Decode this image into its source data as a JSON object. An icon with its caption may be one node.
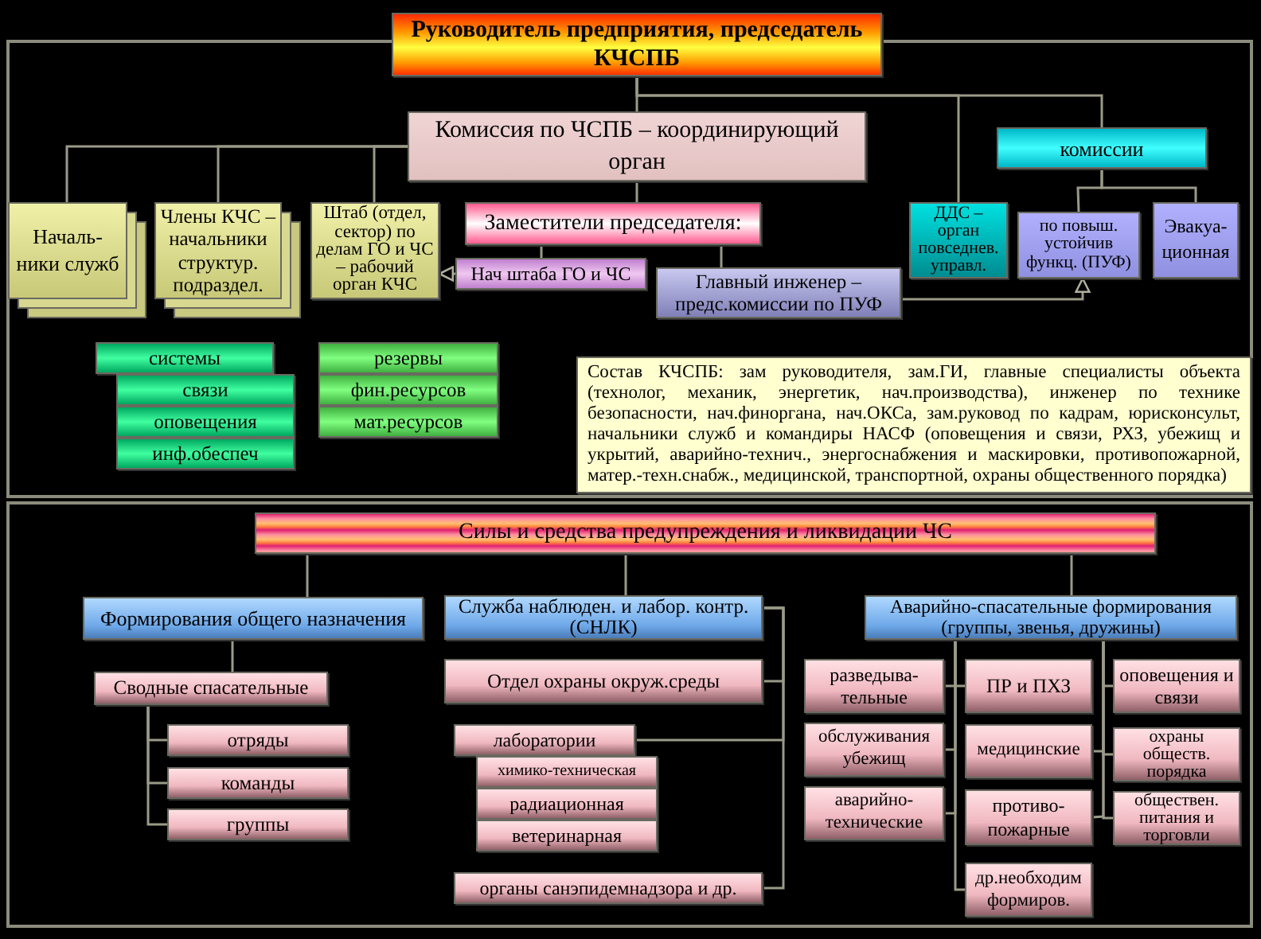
{
  "diagram": {
    "nodes": [
      {
        "text": [
          "Руководитель предприятия, председатель КЧСПБ"
        ]
      },
      {
        "text": [
          "Комиссия по ЧСПБ – координирующий орган"
        ]
      },
      {
        "text": [
          "комиссии"
        ]
      },
      {
        "text": [
          "Началь-ники служб"
        ]
      },
      {
        "text": [
          "Члены КЧС – начальники структур. подраздел."
        ]
      },
      {
        "text": [
          "Штаб (отдел, сектор) по делам ГО и ЧС – рабочий орган КЧС"
        ]
      },
      {
        "text": [
          "Заместители председателя:"
        ]
      },
      {
        "text": [
          "Нач штаба ГО и ЧС"
        ]
      },
      {
        "text": [
          "Главный инженер – предс.комиссии по ПУФ"
        ]
      },
      {
        "text": [
          "ДДС – орган повседнев. управл."
        ]
      },
      {
        "text": [
          "по повыш. устойчив функц. (ПУФ)"
        ]
      },
      {
        "text": [
          "Эвакуа-ционная"
        ]
      },
      {
        "text": [
          "системы"
        ]
      },
      {
        "text": [
          "связи"
        ]
      },
      {
        "text": [
          "оповещения"
        ]
      },
      {
        "text": [
          "инф.обеспеч"
        ]
      },
      {
        "text": [
          "резервы"
        ]
      },
      {
        "text": [
          "фин.ресурсов"
        ]
      },
      {
        "text": [
          "мат.ресурсов"
        ]
      },
      {
        "text": [
          "Состав КЧСПБ: зам руководителя, зам.ГИ, главные специалисты объекта (технолог, механик, энергетик, нач.производства), инженер по технике безопасности, нач.финоргана, нач.ОКСа, зам.руковод по кадрам, юрисконсульт, начальники служб и командиры НАСФ (оповещения и связи, РХЗ, убежищ и укрытий, аварийно-технич., энергоснабжения и маскировки, противопожарной, матер.-техн.снабж., медицинской, транспортной, охраны общественного порядка)"
        ]
      },
      {
        "text": [
          "Силы и средства предупреждения и ликвидации ЧС"
        ]
      },
      {
        "text": [
          "Формирования общего назначения"
        ]
      },
      {
        "text": [
          "Сводные спасательные"
        ]
      },
      {
        "text": [
          "отряды"
        ]
      },
      {
        "text": [
          "команды"
        ]
      },
      {
        "text": [
          "группы"
        ]
      },
      {
        "text": [
          "Служба наблюден. и лабор. контр. (СНЛК)"
        ]
      },
      {
        "text": [
          "Отдел охраны окруж.среды"
        ]
      },
      {
        "text": [
          "лаборатории"
        ]
      },
      {
        "text": [
          "химико-техническая"
        ]
      },
      {
        "text": [
          "радиационная"
        ]
      },
      {
        "text": [
          "ветеринарная"
        ]
      },
      {
        "text": [
          "органы санэпидемнадзора и др."
        ]
      },
      {
        "text": [
          "Аварийно-спасательные формирования (группы, звенья, дружины)"
        ]
      },
      {
        "text": [
          "разведыва-тельные"
        ]
      },
      {
        "text": [
          "ПР и ПХЗ"
        ]
      },
      {
        "text": [
          "оповещения и связи"
        ]
      },
      {
        "text": [
          "обслуживания убежищ"
        ]
      },
      {
        "text": [
          "медицинские"
        ]
      },
      {
        "text": [
          "охраны обществ. порядка"
        ]
      },
      {
        "text": [
          "аварийно-технические"
        ]
      },
      {
        "text": [
          "противо-пожарные"
        ]
      },
      {
        "text": [
          "обществен. питания и торговли"
        ]
      },
      {
        "text": [
          "др.необходим формиров."
        ]
      }
    ],
    "edges": [
      {
        "from": 0,
        "to": 1,
        "arrow": "none"
      },
      {
        "from": 0,
        "to": 9,
        "arrow": "none"
      },
      {
        "from": 0,
        "to": 2,
        "arrow": "none"
      },
      {
        "from": 1,
        "to": 3,
        "arrow": "none"
      },
      {
        "from": 1,
        "to": 4,
        "arrow": "none"
      },
      {
        "from": 1,
        "to": 5,
        "arrow": "none"
      },
      {
        "from": 1,
        "to": 6,
        "arrow": "none"
      },
      {
        "from": 6,
        "to": 7,
        "arrow": "none"
      },
      {
        "from": 6,
        "to": 8,
        "arrow": "none"
      },
      {
        "from": 7,
        "to": 5,
        "arrow": "to"
      },
      {
        "from": 2,
        "to": 10,
        "arrow": "none"
      },
      {
        "from": 2,
        "to": 11,
        "arrow": "none"
      },
      {
        "from": 8,
        "to": 10,
        "arrow": "to"
      },
      {
        "from": 20,
        "to": 21,
        "arrow": "none"
      },
      {
        "from": 20,
        "to": 26,
        "arrow": "none"
      },
      {
        "from": 20,
        "to": 33,
        "arrow": "none"
      },
      {
        "from": 21,
        "to": 22,
        "arrow": "none"
      },
      {
        "from": 22,
        "to": 23,
        "arrow": "none"
      },
      {
        "from": 22,
        "to": 24,
        "arrow": "none"
      },
      {
        "from": 22,
        "to": 25,
        "arrow": "none"
      },
      {
        "from": 26,
        "to": 27,
        "arrow": "none"
      },
      {
        "from": 26,
        "to": 28,
        "arrow": "none"
      },
      {
        "from": 26,
        "to": 32,
        "arrow": "none"
      },
      {
        "from": 33,
        "to": 34,
        "arrow": "none"
      },
      {
        "from": 33,
        "to": 35,
        "arrow": "none"
      },
      {
        "from": 33,
        "to": 36,
        "arrow": "none"
      },
      {
        "from": 33,
        "to": 37,
        "arrow": "none"
      },
      {
        "from": 33,
        "to": 38,
        "arrow": "none"
      },
      {
        "from": 33,
        "to": 39,
        "arrow": "none"
      },
      {
        "from": 33,
        "to": 40,
        "arrow": "none"
      },
      {
        "from": 33,
        "to": 41,
        "arrow": "none"
      },
      {
        "from": 33,
        "to": 42,
        "arrow": "none"
      },
      {
        "from": 33,
        "to": 43,
        "arrow": "none"
      }
    ]
  }
}
